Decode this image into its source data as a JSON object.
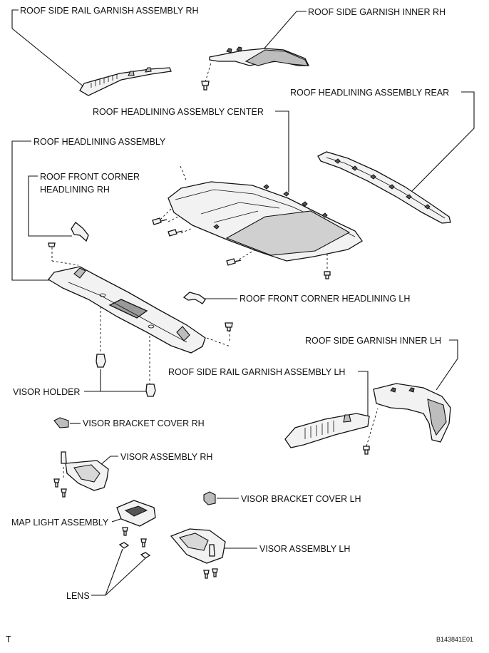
{
  "labels": {
    "roof_side_rail_garnish_rh": "ROOF SIDE RAIL GARNISH ASSEMBLY RH",
    "roof_side_garnish_inner_rh": "ROOF SIDE GARNISH INNER RH",
    "roof_headlining_rear": "ROOF HEADLINING ASSEMBLY REAR",
    "roof_headlining_center": "ROOF HEADLINING ASSEMBLY CENTER",
    "roof_headlining": "ROOF HEADLINING ASSEMBLY",
    "roof_front_corner_rh_1": "ROOF FRONT CORNER",
    "roof_front_corner_rh_2": "HEADLINING RH",
    "roof_front_corner_lh": "ROOF FRONT CORNER HEADLINING LH",
    "roof_side_garnish_inner_lh": "ROOF SIDE GARNISH INNER LH",
    "roof_side_rail_garnish_lh": "ROOF SIDE RAIL GARNISH ASSEMBLY LH",
    "visor_holder": "VISOR HOLDER",
    "visor_bracket_cover_rh": "VISOR BRACKET COVER RH",
    "visor_assembly_rh": "VISOR ASSEMBLY RH",
    "visor_bracket_cover_lh": "VISOR BRACKET COVER LH",
    "map_light_assembly": "MAP LIGHT ASSEMBLY",
    "visor_assembly_lh": "VISOR ASSEMBLY LH",
    "lens": "LENS"
  },
  "footer": {
    "left_mark": "T",
    "figure_id": "B143841E01"
  }
}
